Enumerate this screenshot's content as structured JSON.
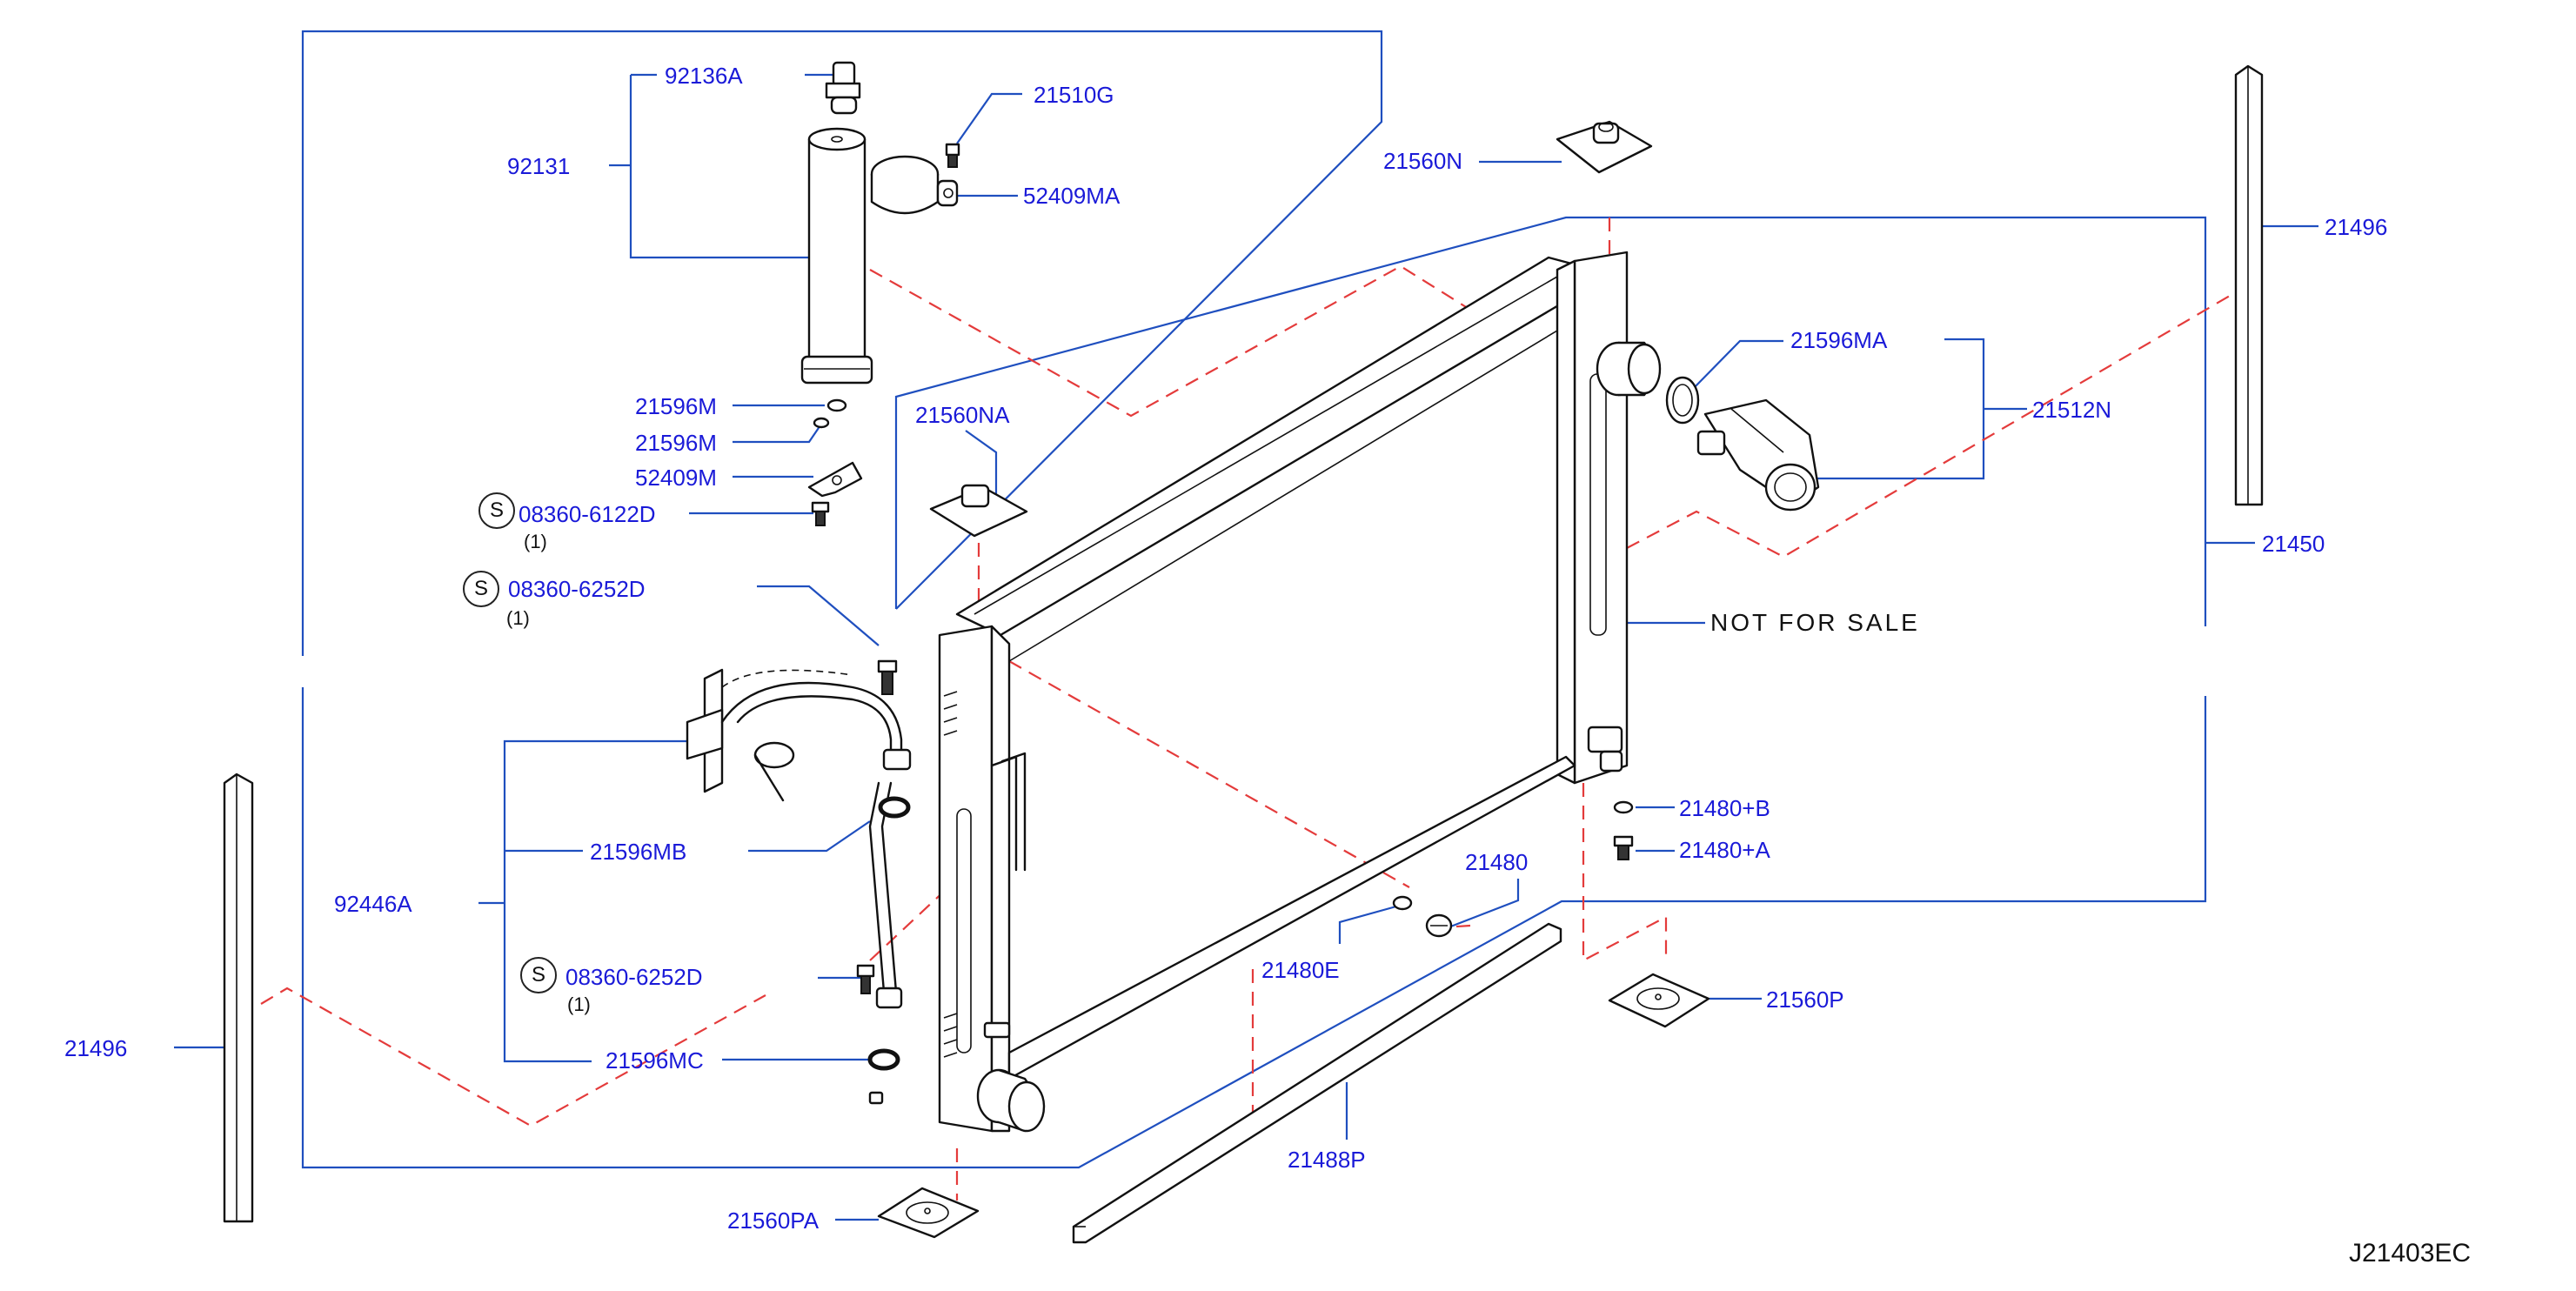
{
  "diagram_code": "J21403EC",
  "watermark_text": "NOT   FOR   SALE",
  "screw_symbol": "S",
  "labels": {
    "p92136A": "92136A",
    "p21510G": "21510G",
    "p92131": "92131",
    "p52409MA": "52409MA",
    "p21560N": "21560N",
    "p21496_right": "21496",
    "p21596MA": "21596MA",
    "p21512N": "21512N",
    "p21560NA": "21560NA",
    "p21596M_1": "21596M",
    "p21596M_2": "21596M",
    "p52409M": "52409M",
    "p08360_6122D": "08360-6122D",
    "q08360_6122D": "(1)",
    "p08360_6252D_a": "08360-6252D",
    "q08360_6252D_a": "(1)",
    "p21450": "21450",
    "p21480B": "21480+B",
    "p21480A": "21480+A",
    "p21480": "21480",
    "p21596MB": "21596MB",
    "p92446A": "92446A",
    "p21480E": "21480E",
    "p08360_6252D_b": "08360-6252D",
    "q08360_6252D_b": "(1)",
    "p21560P": "21560P",
    "p21496_left": "21496",
    "p21596MC": "21596MC",
    "p21488P": "21488P",
    "p21560PA": "21560PA"
  },
  "colors": {
    "label_text": "#1a1ad8",
    "leader_line": "#1f4fbf",
    "dashed_line": "#e43b3b",
    "part_outline": "#111111"
  }
}
